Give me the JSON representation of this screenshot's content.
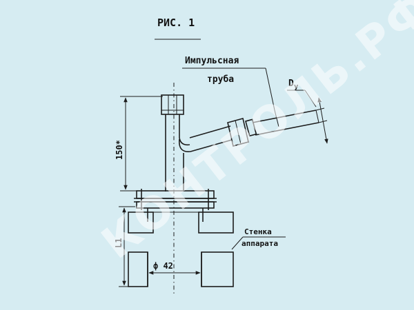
{
  "figure_title": "РИС. 1",
  "labels": {
    "impulse_line_1": "Импульсная",
    "impulse_line_2": "труба",
    "nominal_diameter": "D",
    "nominal_diameter_sub": "y",
    "vessel_wall_1": "Стенка",
    "vessel_wall_2": "аппарата"
  },
  "dimensions": {
    "height": "150*",
    "wall_thickness": "L1",
    "bore_diameter": "ф 42"
  },
  "watermark": "КОНТРОЛЬ.РФ",
  "colors": {
    "background": "#d6ecf2",
    "ink": "#1c1c1c"
  }
}
